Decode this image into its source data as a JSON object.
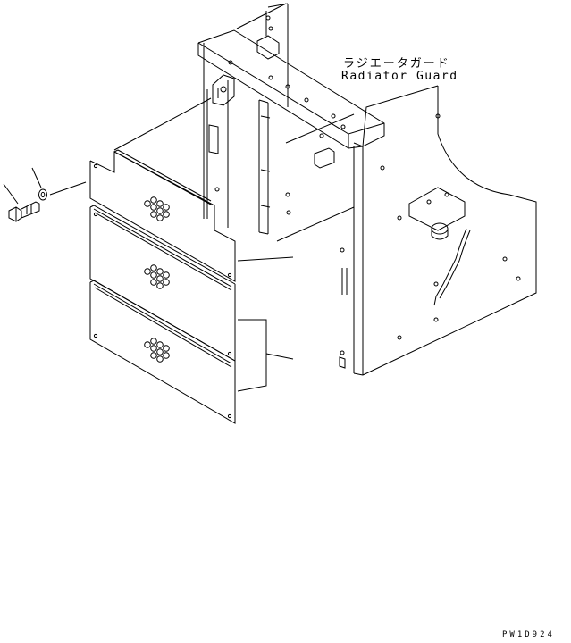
{
  "labels": {
    "part_name_jp": "ラジエータガード",
    "part_name_en": "Radiator Guard",
    "drawing_code": "PW1D924"
  }
}
